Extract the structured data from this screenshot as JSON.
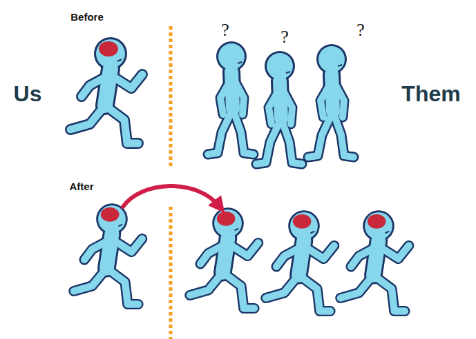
{
  "diagram": {
    "labels": [
      "Before",
      "?",
      "?",
      "?",
      "Us",
      "Them",
      "After"
    ]
  }
}
